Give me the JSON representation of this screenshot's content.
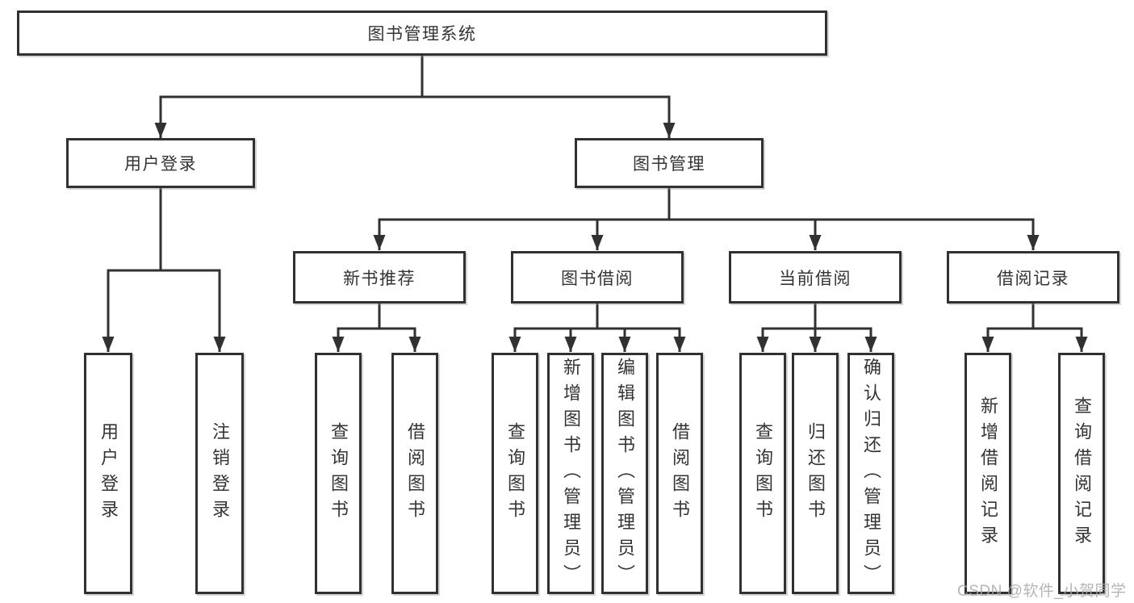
{
  "tree": {
    "root": {
      "label": "图书管理系统"
    },
    "branches": [
      {
        "label": "用户登录",
        "children": [
          {
            "label": "用户登录"
          },
          {
            "label": "注销登录"
          }
        ]
      },
      {
        "label": "图书管理",
        "children": [
          {
            "label": "新书推荐",
            "children": [
              {
                "label": "查询图书"
              },
              {
                "label": "借阅图书"
              }
            ]
          },
          {
            "label": "图书借阅",
            "children": [
              {
                "label": "查询图书"
              },
              {
                "label": "新增图书（管理员）"
              },
              {
                "label": "编辑图书（管理员）"
              },
              {
                "label": "借阅图书"
              }
            ]
          },
          {
            "label": "当前借阅",
            "children": [
              {
                "label": "查询图书"
              },
              {
                "label": "归还图书"
              },
              {
                "label": "确认归还（管理员）"
              }
            ]
          },
          {
            "label": "借阅记录",
            "children": [
              {
                "label": "新增借阅记录"
              },
              {
                "label": "查询借阅记录"
              }
            ]
          }
        ]
      }
    ]
  },
  "watermark": {
    "text": "CSDN @软件_小贺同学"
  },
  "colors": {
    "line": "#313131",
    "box_border": "#313131",
    "text": "#343434",
    "watermark": "#a8a8a8",
    "background": "#ffffff"
  }
}
